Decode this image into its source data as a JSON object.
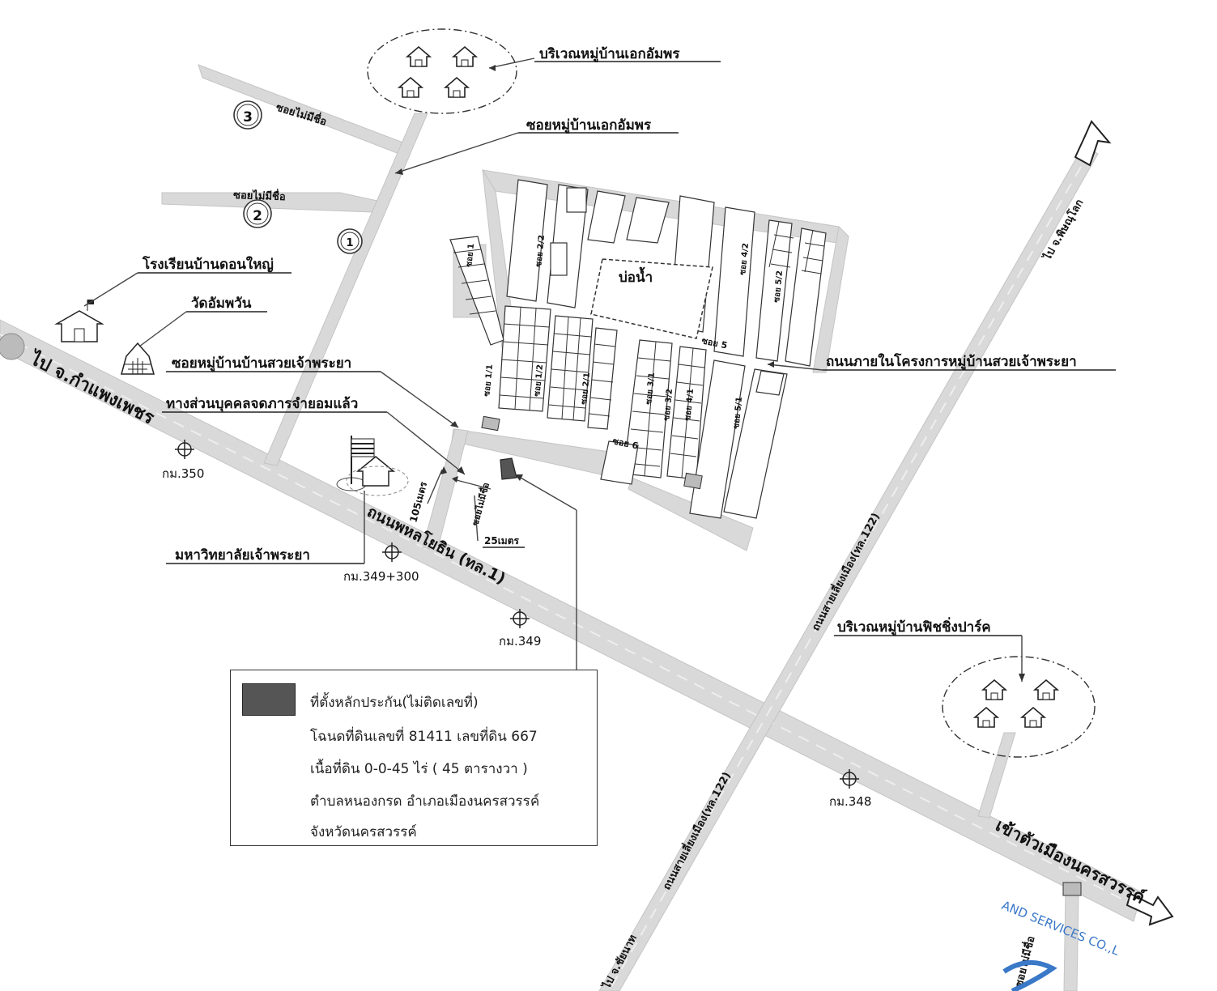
{
  "labels": {
    "village_ekamporn_area": "บริเวณหมู่บ้านเอกอัมพร",
    "village_ekamporn_soi": "ซอยหมู่บ้านเอกอัมพร",
    "soi_unnamed": "ซอยไม่มีชื่อ",
    "soi_unnamed_2": "ซอยไม่มีชื่อ",
    "school": "โรงเรียนบ้านดอนใหญ่",
    "temple": "วัดอัมพวัน",
    "soi_suay_chaophraya": "ซอยหมู่บ้านบ้านสวยเจ้าพระยา",
    "private_road": "ทางส่วนบุคคลจดภารจำยอมแล้ว",
    "inner_road": "ถนนภายในโครงการหมู่บ้านสวยเจ้าพระยา",
    "university": "มหาวิทยาลัยเจ้าพระยา",
    "pond": "บ่อน้ำ",
    "to_kamphaeng_phet": "ไป จ.กำแพงเพชร",
    "phahonyothin": "ถนนพหลโยธิน (ทล.1)",
    "to_phitsanulok": "ไป จ.พิษณุโลก",
    "bypass_road_upper": "ถนนสายเลี่ยงเมือง(ทล.122)",
    "bypass_road_lower": "ถนนสายเลี่ยงเมือง(ทล.122)",
    "to_chainat": "ไป จ.ชัยนาท",
    "to_nakhon_sawan": "เข้าตัวเมืองนครสวรรค์",
    "fishing_park_area": "บริเวณหมู่บ้านฟิชชิ่งปาร์ค",
    "soi_unnamed_small": "ซอยไม่มีชื่อ",
    "soi_unnamed_br": "ซอยไม่มีชื่อ",
    "dist_105": "105เมตร",
    "dist_25": "25เมตร",
    "marker_1": "1",
    "marker_2": "2",
    "marker_3": "3",
    "soi_1": "ซอย 1",
    "soi_1_1": "ซอย 1/1",
    "soi_1_2": "ซอย 1/2",
    "soi_2_1": "ซอย 2/1",
    "soi_2_2": "ซอย 2/2",
    "soi_3_1": "ซอย 3/1",
    "soi_3_2": "ซอย 3/2",
    "soi_4_1": "ซอย 4/1",
    "soi_4_2": "ซอย 4/2",
    "soi_5": "ซอย 5",
    "soi_5_1": "ซอย 5/1",
    "soi_5_2": "ซอย 5/2",
    "soi_6": "ซอย 6",
    "watermark": "AND SERVICES CO.,L"
  },
  "km_markers": [
    "กม.350",
    "กม.349+300",
    "กม.349",
    "กม.348"
  ],
  "legend": {
    "swatch_color": "#555555",
    "lines": [
      "ที่ตั้งหลักประกัน(ไม่ติดเลขที่)",
      "โฉนดที่ดินเลขที่ 81411  เลขที่ดิน  667",
      "เนื้อที่ดิน  0-0-45 ไร่ ( 45 ตารางวา )",
      "ตำบลหนองกรด  อำเภอเมืองนครสวรรค์",
      "จังหวัดนครสวรรค์"
    ]
  }
}
